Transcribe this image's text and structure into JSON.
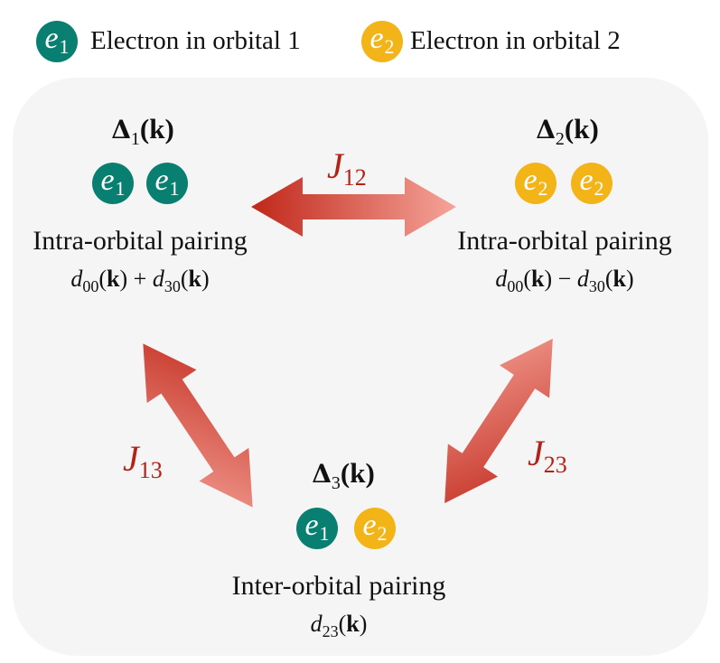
{
  "legend": [
    {
      "symbol": "e",
      "index": "1",
      "text": "Electron in orbital 1",
      "color": "#087f70"
    },
    {
      "symbol": "e",
      "index": "2",
      "text": "Electron in orbital 2",
      "color": "#f2b417"
    }
  ],
  "nodes": [
    {
      "gap_symbol": "Δ",
      "gap_index": "1",
      "gap_arg": "(k)",
      "electrons": [
        {
          "symbol": "e",
          "index": "1"
        },
        {
          "symbol": "e",
          "index": "1"
        }
      ],
      "pairing": "Intra-orbital pairing",
      "terms": [
        {
          "sym": "d",
          "idx": "00",
          "arg": "k"
        },
        {
          "op": "+"
        },
        {
          "sym": "d",
          "idx": "30",
          "arg": "k"
        }
      ]
    },
    {
      "gap_symbol": "Δ",
      "gap_index": "2",
      "gap_arg": "(k)",
      "electrons": [
        {
          "symbol": "e",
          "index": "2"
        },
        {
          "symbol": "e",
          "index": "2"
        }
      ],
      "pairing": "Intra-orbital pairing",
      "terms": [
        {
          "sym": "d",
          "idx": "00",
          "arg": "k"
        },
        {
          "op": "−"
        },
        {
          "sym": "d",
          "idx": "30",
          "arg": "k"
        }
      ]
    },
    {
      "gap_symbol": "Δ",
      "gap_index": "3",
      "gap_arg": "(k)",
      "electrons": [
        {
          "symbol": "e",
          "index": "1"
        },
        {
          "symbol": "e",
          "index": "2"
        }
      ],
      "pairing": "Inter-orbital pairing",
      "terms": [
        {
          "sym": "d",
          "idx": "23",
          "arg": "k"
        }
      ]
    }
  ],
  "couplings": [
    {
      "symbol": "J",
      "index": "12"
    },
    {
      "symbol": "J",
      "index": "13"
    },
    {
      "symbol": "J",
      "index": "23"
    }
  ],
  "colors": {
    "orbital1": "#087f70",
    "orbital2": "#f2b417",
    "coupling": "#b22216",
    "arrow_dark": "#c0281a",
    "arrow_light": "#f6a49a",
    "panel": "#f5f5f5"
  }
}
